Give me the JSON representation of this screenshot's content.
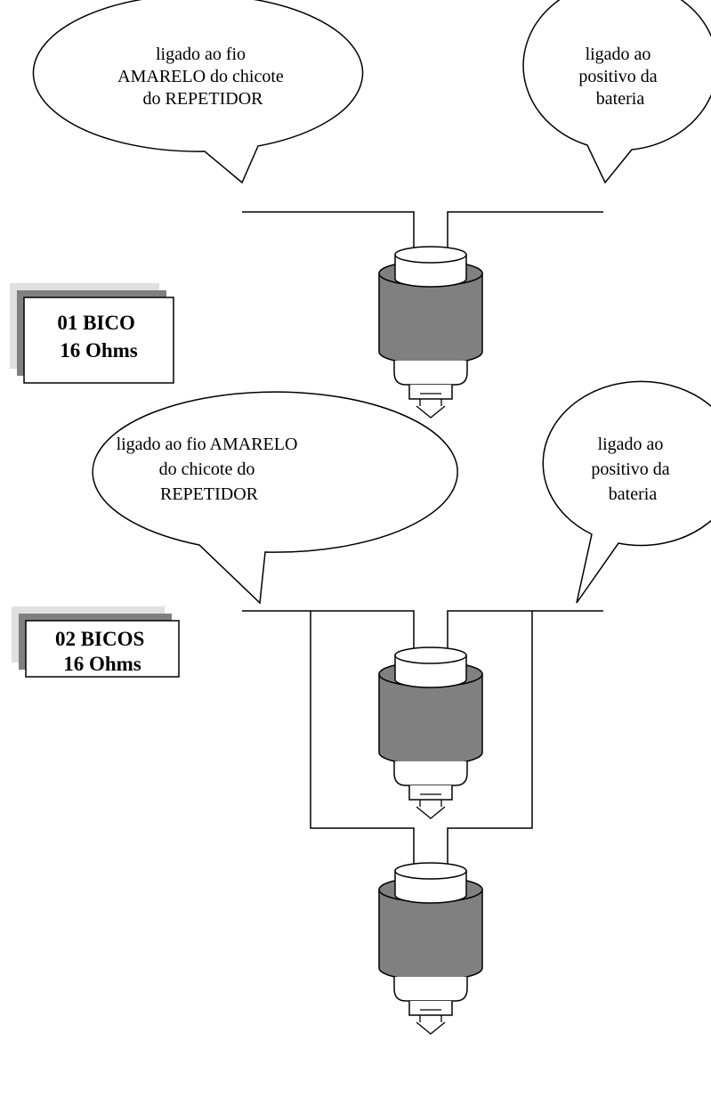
{
  "diagram_1": {
    "label": [
      "01 BICO",
      "16 Ohms"
    ],
    "callout_left": [
      "ligado ao fio",
      "AMARELO do chicote",
      "do REPETIDOR"
    ],
    "callout_right": [
      "ligado ao",
      "positivo da",
      "bateria"
    ]
  },
  "diagram_2": {
    "label": [
      "02 BICOS",
      "16 Ohms"
    ],
    "callout_left": [
      "ligado ao fio AMARELO",
      "do chicote do",
      "REPETIDOR"
    ],
    "callout_right": [
      "ligado ao",
      "positivo da",
      "bateria"
    ]
  },
  "colors": {
    "stroke": "#000000",
    "coil_fill": "#808080",
    "cap_fill": "#ffffff",
    "shadow_dark": "#808080",
    "shadow_light": "#e0e0e0"
  },
  "icons": {
    "injector": "fuel-injector-icon"
  }
}
